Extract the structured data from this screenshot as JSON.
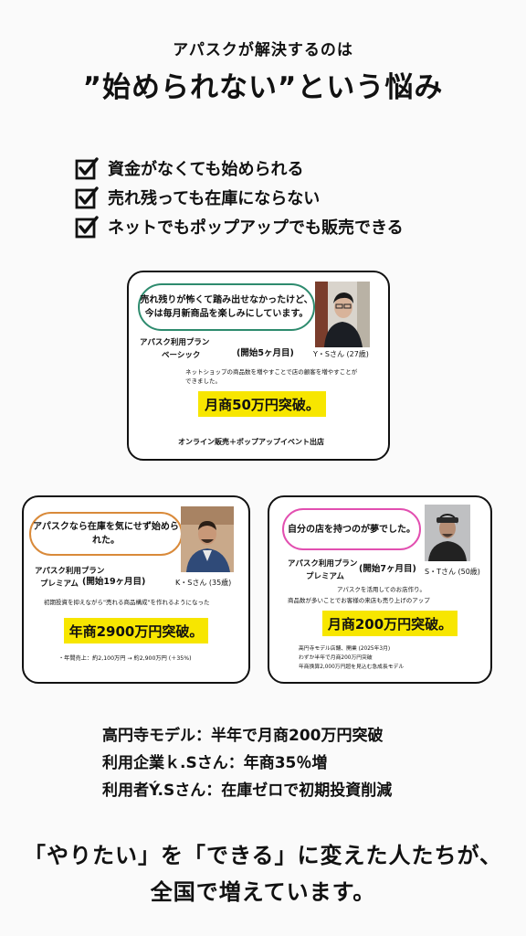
{
  "header": {
    "intro": "アパスクが解決するのは",
    "headline": "”始められない”という悩み"
  },
  "checklist": [
    "資金がなくても始められる",
    "売れ残っても在庫にならない",
    "ネットでもポップアップでも販売できる"
  ],
  "cards": {
    "top": {
      "quote_line1": "売れ残りが怖くて踏み出せなかったけど、",
      "quote_line2": "今は毎月新商品を楽しみにしています。",
      "plan_line1": "アパスク利用プラン",
      "plan_line2": "ベーシック",
      "period": "(開始5ヶ月目)",
      "person": "Y・Sさん (27歳)",
      "desc_line1": "ネットショップの商品数を増やすことで店の顧客を増やすことが",
      "desc_line2": "できました。",
      "highlight": "月商50万円突破。",
      "footer": "オンライン販売＋ポップアップイベント出店",
      "accent": "#2e8b6e"
    },
    "left": {
      "quote": "アパスクなら在庫を気にせず始められた。",
      "plan_line1": "アパスク利用プラン",
      "plan_line2": "プレミアム",
      "period": "(開始19ヶ月目)",
      "person": "K・Sさん (35歳)",
      "desc": "初期投資を抑えながら\"売れる商品構成\"を作れるようになった",
      "highlight": "年商2900万円突破。",
      "footer": "・年間売上：約2,100万円 → 約2,900万円 (＋35%)",
      "accent": "#d98a3a"
    },
    "right": {
      "quote": "自分の店を持つのが夢でした。",
      "plan_line1": "アパスク利用プラン",
      "plan_line2": "プレミアム",
      "period": "(開始7ヶ月目)",
      "person": "S・Tさん (50歳)",
      "desc_line1": "アパスクを活用してのお店作り。",
      "desc_line2": "商品数が多いことでお客様の来店も売り上げのアップ",
      "highlight": "月商200万円突破。",
      "notes_line1": "高円寺モデル店舗、開業 (2025年3月)",
      "notes_line2": "わずか半年で月商200万円突破",
      "notes_line3": "年商换算2,000万円超を見込む急成長モデル",
      "accent": "#e24fb0"
    }
  },
  "summary": [
    "高円寺モデル：半年で月商200万円突破",
    "利用企業ｋ.Sさん：年商35％増",
    "利用者Ý.Sさん：在庫ゼロで初期投資削減"
  ],
  "closing": {
    "line1": "「やりたい」を「できる」に変えた人たちが、",
    "line2": "全国で増えています。"
  },
  "colors": {
    "highlight": "#f7e600",
    "text": "#111111",
    "background": "#fafafa"
  }
}
